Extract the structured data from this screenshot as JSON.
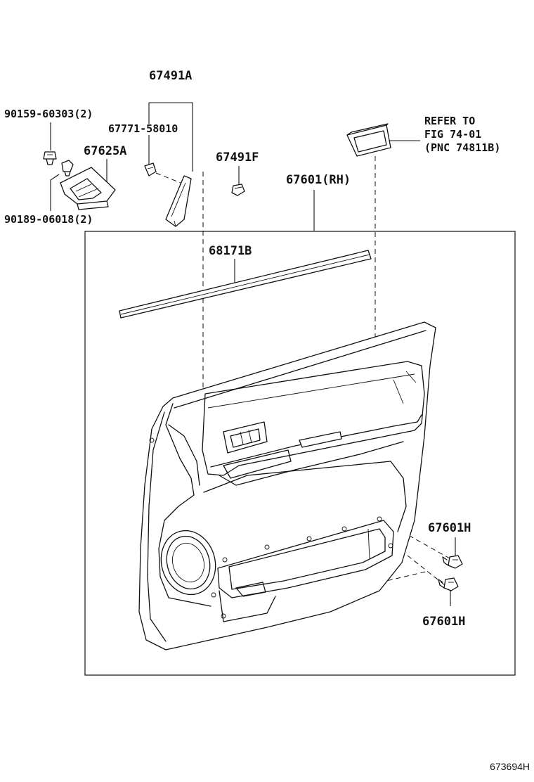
{
  "labels": {
    "p67491A": "67491A",
    "p90159": "90159-60303(2)",
    "p67771": "67771-58010",
    "p67625A": "67625A",
    "p67491F": "67491F",
    "p67601RH": "67601(RH)",
    "p90189": "90189-06018(2)",
    "p68171B": "68171B",
    "p67601H_top": "67601H",
    "p67601H_bottom": "67601H"
  },
  "reference": {
    "line1": "REFER TO",
    "line2": "FIG 74-01",
    "line3": "(PNC 74811B)"
  },
  "diagram_code": "673694H"
}
